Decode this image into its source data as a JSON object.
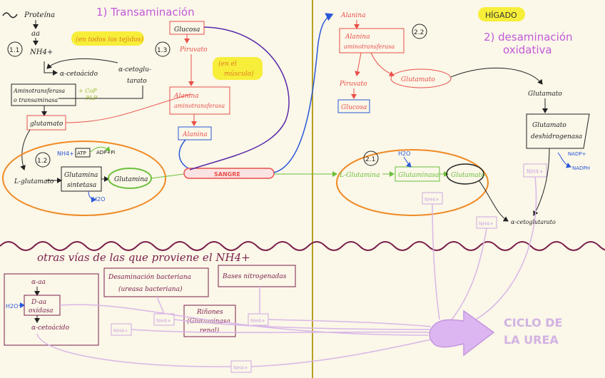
{
  "titles": {
    "transamination": "1) Transaminación",
    "liver": "HÍGADO",
    "deamination_line1": "2) desaminación",
    "deamination_line2": "oxidativa",
    "other_ways": "otras vías de las que proviene el NH4+",
    "urea_cycle_line1": "CICLO DE",
    "urea_cycle_line2": "LA UREA"
  },
  "left_panel": {
    "proteins": "Proteína",
    "aa": "aa",
    "nh4": "NH4+",
    "all_tissues": "(en todos los tejidos)",
    "alpha_ketoacid": "α-cetoácido",
    "alpha_ketoglutarate_line1": "α-cetoglu-",
    "alpha_ketoglutarate_line2": "tarato",
    "transaminase_line1": "Aminotransferasa",
    "transaminase_line2": "o transaminasa",
    "plp_line1": "+ CoP",
    "plp_line2": "PLP",
    "glutamate": "glutamato",
    "l_glutamate": "L-glutamato",
    "gs_line1": "Glutamina",
    "gs_line2": "sintetasa",
    "atp": "ATP",
    "adp_pi": "ADP+Pi",
    "nh4_small": "NH4+",
    "h2o": "H2O",
    "glutamine": "Glutamina",
    "glucose": "Glucosa",
    "pyruvate": "Piruvato",
    "in_muscle_line1": "(en el",
    "in_muscle_line2": "músculo)",
    "alt_line1": "Alanina",
    "alt_line2": "aminotransferasa",
    "alanine": "Alanina",
    "blood": "SANGRE",
    "badge_11": "1.1",
    "badge_12": "1.2",
    "badge_13": "1.3"
  },
  "right_panel": {
    "alanine": "Alanina",
    "alt_line1": "Alanina",
    "alt_line2": "aminotransferasa",
    "pyruvate": "Piruvato",
    "glucose": "Glucosa",
    "glutamate_red": "Glutamato",
    "glutamate": "Glutamato",
    "gdh_line1": "Glutamato",
    "gdh_line2": "deshidrogenasa",
    "nadp": "NADP+",
    "nadph": "NADPH",
    "nh4": "NH4+",
    "l_glutamine": "L-Glutamina",
    "glutaminase": "Glutaminasa",
    "glutamate_green": "Glutamato",
    "h2o": "H2O",
    "nh4_small": "NH4+",
    "alpha_kg": "α-cetoglutarato",
    "nh4_lower": "NH4+",
    "badge_21": "2.1",
    "badge_22": "2.2"
  },
  "bottom": {
    "alpha_aa": "α-aa",
    "h2o": "H2O",
    "d_aa_line1": "D-aa",
    "d_aa_line2": "oxidasa",
    "alpha_ketoacid": "α-cetoácido",
    "bact_line1": "Desaminación bacteriana",
    "bact_line2": "(ureasa bacteriana)",
    "bases": "Bases nitrogenadas",
    "kidney_line1": "Riñones",
    "kidney_line2": "(Glutaminasa",
    "kidney_line3": "renal)",
    "nh4_a": "NH4+",
    "nh4_b": "NH4+",
    "nh4_c": "NH4+",
    "nh4_d": "NH4+"
  },
  "colors": {
    "background": "#fbf7e9",
    "red": "#e8504a",
    "blue": "#2a58d8",
    "purple": "#5a2aa8",
    "orange": "#f08a24",
    "green": "#6abf3a",
    "maroon": "#7a1f4a",
    "lavender": "#d9b7e8",
    "title_purple": "#c25ad8",
    "highlight": "#f7ee3a",
    "divider": "#b8a020"
  }
}
